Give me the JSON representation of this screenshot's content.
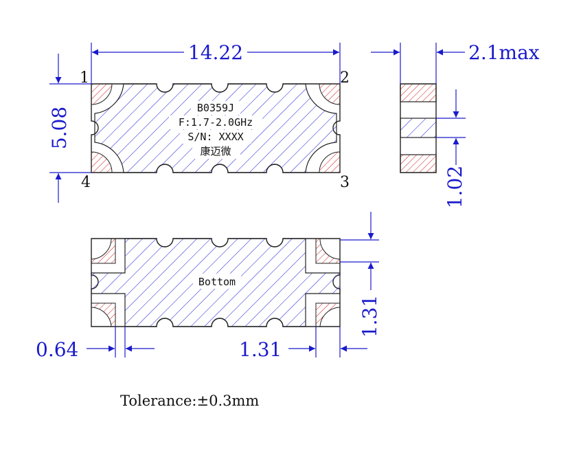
{
  "dimensions": {
    "length": "14.22",
    "width": "5.08",
    "height": "2.1max",
    "pad_gap": "1.02",
    "pad_edge": "0.64",
    "pad_length": "1.31",
    "pad_width": "1.31"
  },
  "pins": {
    "p1": "1",
    "p2": "2",
    "p3": "3",
    "p4": "4"
  },
  "marking": {
    "line1": "B0359J",
    "line2": "F:1.7-2.0GHz",
    "line3": "S/N: XXXX",
    "line4": "康迈微"
  },
  "bottom_label": "Bottom",
  "tolerance": "Tolerance:±0.3mm",
  "colors": {
    "dimension": "#1a1acc",
    "hatch_body": "#2a2ad6",
    "hatch_pad": "#d42a2a",
    "outline": "#222222"
  }
}
